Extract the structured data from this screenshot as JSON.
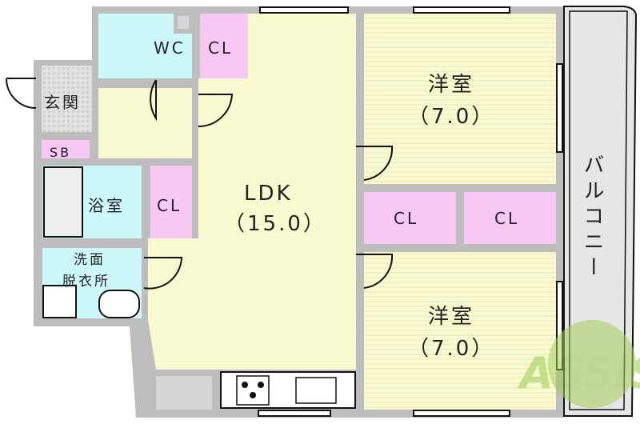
{
  "rooms": {
    "wc": "WC",
    "cl_top": "CL",
    "genkan": "玄関",
    "sb": "SB",
    "bath": "浴室",
    "cl_mid": "CL",
    "washroom_1": "洗面",
    "washroom_2": "脱衣所",
    "ldk": "LDK",
    "ldk_size": "（15.0）",
    "western1": "洋室",
    "western1_size": "（7.0）",
    "western2": "洋室",
    "western2_size": "（7.0）",
    "cl_right1": "CL",
    "cl_right2": "CL",
    "balcony": "バルコニー"
  },
  "watermark": "ASSIST",
  "colors": {
    "wall": "#b8b8b8",
    "wet": "#ccf8fa",
    "closet": "#f8c8f4",
    "living": "#fafad0",
    "balcony": "#e6e6e6"
  }
}
